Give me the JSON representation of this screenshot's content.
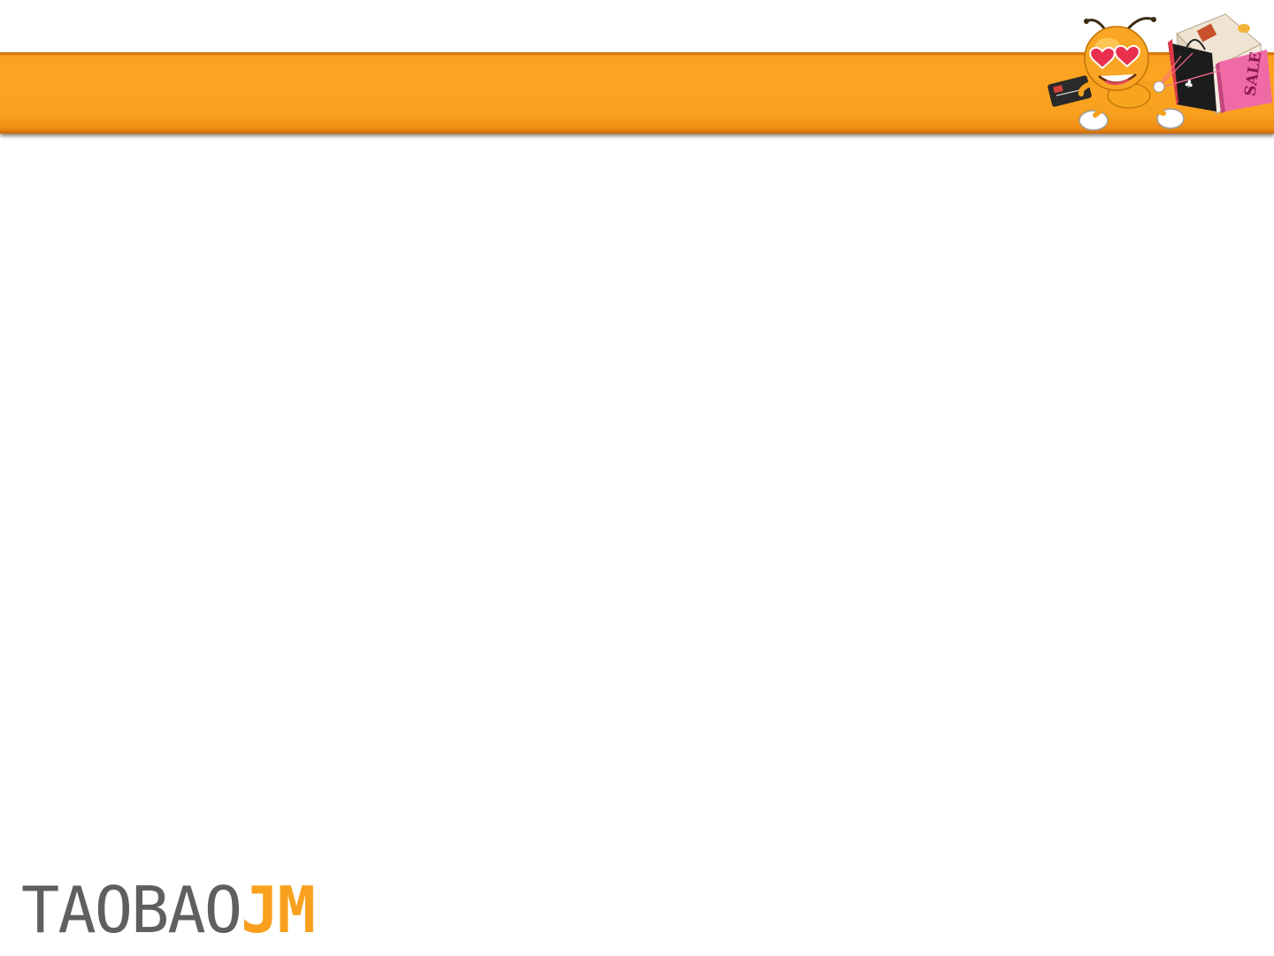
{
  "slide": {
    "background": "#ffffff"
  },
  "header": {
    "band_color": "#fba321",
    "mascot": {
      "icon": "ant-mascot-shopping-icon",
      "bag_text": "SALE"
    }
  },
  "logo": {
    "main": "TAOBAO",
    "accent": "JM",
    "main_color": "#5f5f5f",
    "accent_color": "#f9a11e"
  }
}
